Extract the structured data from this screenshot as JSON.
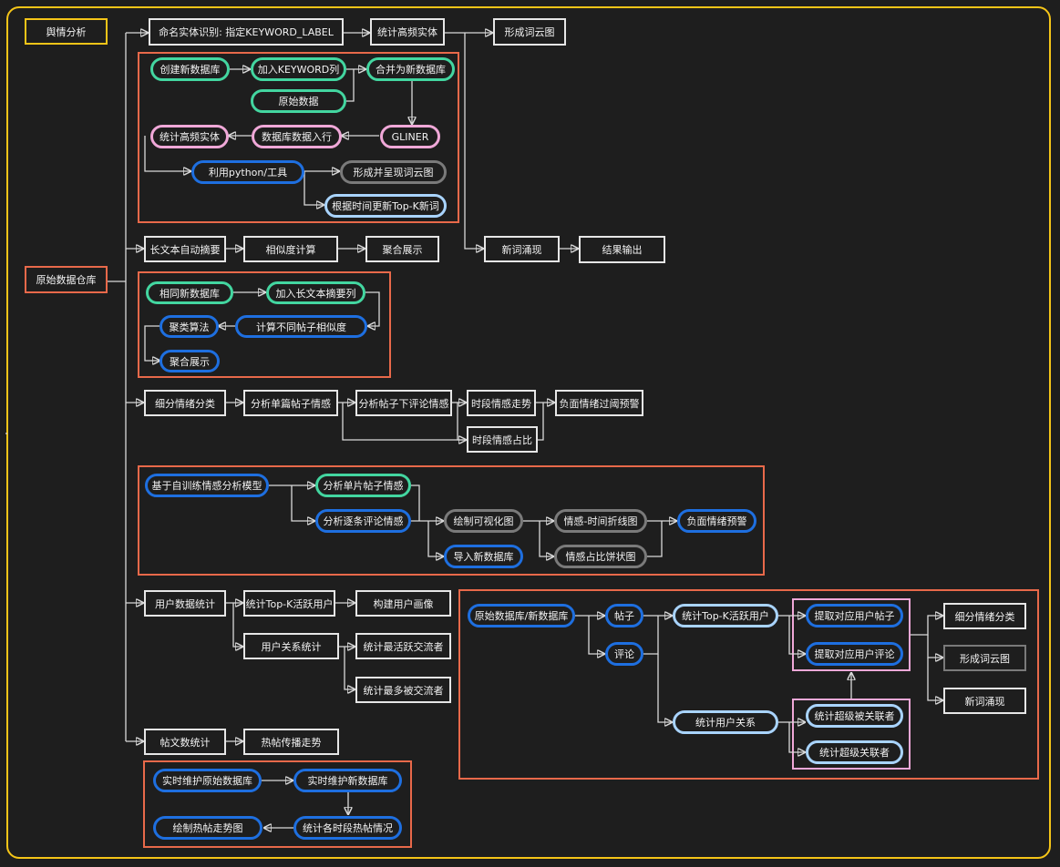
{
  "nodes": {
    "root": "舆情分析",
    "warehouse": "原始数据仓库",
    "ner": "命名实体识别: 指定KEYWORD_LABEL",
    "stat_freq": "统计高频实体",
    "wordcloud": "形成词云图",
    "create_db": "创建新数据库",
    "add_kw_col": "加入KEYWORD列",
    "merge_db": "合并为新数据库",
    "raw_data": "原始数据",
    "gliner": "GLINER",
    "db_row": "数据库数据入行",
    "stat_freq2": "统计高频实体",
    "python_tool": "利用python/工具",
    "present_cloud": "形成并呈现词云图",
    "topk_update": "根据时间更新Top-K新词",
    "new_words": "新词涌现",
    "result_out": "结果输出",
    "long_summary": "长文本自动摘要",
    "similarity": "相似度计算",
    "agg_show": "聚合展示",
    "same_db": "相同新数据库",
    "add_summary_col": "加入长文本摘要列",
    "calc_post_sim": "计算不同帖子相似度",
    "cluster": "聚类算法",
    "agg_show2": "聚合展示",
    "fine_emotion": "细分情绪分类",
    "single_post_emo": "分析单篇帖子情感",
    "comment_emo": "分析帖子下评论情感",
    "period_trend": "时段情感走势",
    "period_ratio": "时段情感占比",
    "neg_alert": "负面情绪过阈预警",
    "self_model": "基于自训练情感分析模型",
    "single_post_emo2": "分析单片帖子情感",
    "each_comment_emo": "分析逐条评论情感",
    "draw_vis": "绘制可视化图",
    "import_db": "导入新数据库",
    "emo_line": "情感-时间折线图",
    "emo_pie": "情感占比饼状图",
    "neg_alert2": "负面情绪预警",
    "user_stats": "用户数据统计",
    "topk_users": "统计Top-K活跃用户",
    "user_profile": "构建用户画像",
    "user_rel": "用户关系统计",
    "most_active": "统计最活跃交流者",
    "most_interacted": "统计最多被交流者",
    "post_count": "帖文数统计",
    "hot_trend": "热帖传播走势",
    "rt_raw": "实时维护原始数据库",
    "rt_new": "实时维护新数据库",
    "draw_hot": "绘制热帖走势图",
    "stat_hot": "统计各时段热帖情况",
    "raw_new_db": "原始数据库/新数据库",
    "post": "帖子",
    "comment": "评论",
    "topk_users2": "统计Top-K活跃用户",
    "extract_posts": "提取对应用户帖子",
    "extract_comments": "提取对应用户评论",
    "user_rel2": "统计用户关系",
    "super_linked": "统计超级被关联者",
    "super_linker": "统计超级关联者",
    "fine_emotion2": "细分情绪分类",
    "wordcloud2": "形成词云图",
    "new_words2": "新词涌现"
  },
  "colors": {
    "frame": "#f5c518",
    "group": "#e8694a",
    "green": "#43d6a0",
    "pink": "#f0a8d8",
    "blue": "#1e6fe0",
    "light_blue": "#a9d4ff",
    "gray": "#7a7a7a",
    "white": "#e6e6e6"
  }
}
